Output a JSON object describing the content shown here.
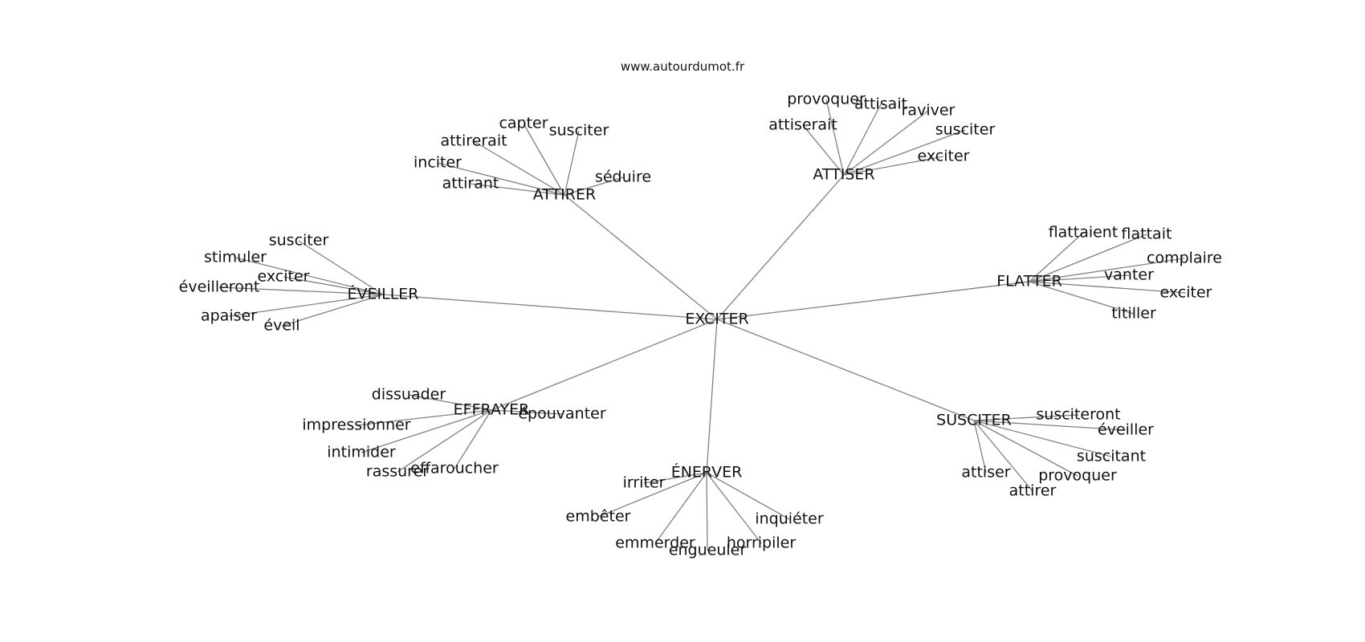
{
  "graph": {
    "source": "www.autourdumot.fr",
    "center": "EXCITER",
    "groups": [
      {
        "id": "attirer",
        "hub": "ATTIRER",
        "leaves": [
          "capter",
          "susciter",
          "attirerait",
          "inciter",
          "attirant",
          "séduire"
        ]
      },
      {
        "id": "attiser",
        "hub": "ATTISER",
        "leaves": [
          "provoquer",
          "attisait",
          "raviver",
          "attiserait",
          "susciter",
          "exciter"
        ]
      },
      {
        "id": "flatter",
        "hub": "FLATTER",
        "leaves": [
          "flattaient",
          "flattait",
          "complaire",
          "vanter",
          "exciter",
          "titiller"
        ]
      },
      {
        "id": "eveiller",
        "hub": "ÉVEILLER",
        "leaves": [
          "susciter",
          "stimuler",
          "exciter",
          "éveilleront",
          "apaiser",
          "éveil"
        ]
      },
      {
        "id": "effrayer",
        "hub": "EFFRAYER",
        "leaves": [
          "dissuader",
          "épouvanter",
          "impressionner",
          "intimider",
          "effaroucher",
          "rassurer"
        ]
      },
      {
        "id": "enerver",
        "hub": "ÉNERVER",
        "leaves": [
          "irriter",
          "embêter",
          "inquiéter",
          "emmerder",
          "engueuler",
          "horripiler"
        ]
      },
      {
        "id": "susciter",
        "hub": "SUSCITER",
        "leaves": [
          "susciteront",
          "éveiller",
          "suscitant",
          "attiser",
          "provoquer",
          "attirer"
        ]
      }
    ]
  }
}
